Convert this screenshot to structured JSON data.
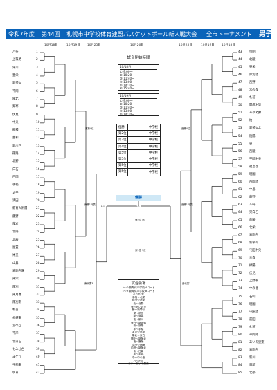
{
  "header": {
    "year": "令和7年度",
    "edition": "第44回",
    "title": "札幌市中学校体育連盟バスケットボール新人戦大会",
    "subtitle": "全市トーナメント",
    "category": "男子"
  },
  "dates": [
    "10月18日",
    "10月19日",
    "10月25日",
    "10月26日",
    "10月25日",
    "10月19日",
    "10月18日"
  ],
  "left_teams": [
    "八条",
    "上篠路",
    "栄川",
    "豊栄",
    "新琴似",
    "平岡",
    "陵北",
    "発寒",
    "伏見",
    "中央",
    "稲積",
    "豊和",
    "新川西",
    "篠路",
    "北野",
    "白石",
    "西岡",
    "手稲",
    "太平",
    "清田",
    "教育大附属",
    "藤野",
    "藻岩",
    "北陽",
    "北辰",
    "星置",
    "米里",
    "山鼻",
    "真駒内曙",
    "東栄",
    "厚別",
    "東月寒",
    "厚別南",
    "札苗",
    "札幌東",
    "宮の丘",
    "平岸",
    "北白石",
    "もみじ台",
    "羊ケ丘",
    "手稲東",
    "明日"
  ],
  "left_nums": [
    "1",
    "2",
    "3",
    "4",
    "5",
    "6",
    "7",
    "8",
    "9",
    "10",
    "11",
    "12",
    "13",
    "14",
    "15",
    "16",
    "17",
    "18",
    "19",
    "20",
    "21",
    "22",
    "23",
    "24",
    "25",
    "26",
    "27",
    "28",
    "29",
    "30",
    "31",
    "32",
    "33",
    "34",
    "35",
    "36",
    "37",
    "38",
    "39",
    "40",
    "41",
    "42"
  ],
  "right_teams": [
    "啓明",
    "北陵",
    "東栄",
    "厚別北",
    "西野",
    "宮の森",
    "札苗",
    "開成中等",
    "あやめ野",
    "柏",
    "新琴似北",
    "陵陽",
    "東",
    "西陵",
    "平岡中央",
    "福島西",
    "明園",
    "西岡北",
    "中島",
    "藤野",
    "八軒",
    "東白石",
    "向陵",
    "北栄",
    "真駒内",
    "新琴似",
    "屯田中央",
    "幸白",
    "緑陽",
    "伏見",
    "上野幌",
    "中の島",
    "石山",
    "明園",
    "屯田北",
    "前田",
    "札苗",
    "平岡緑",
    "あいの里東",
    "真駒内",
    "新川",
    "日新",
    "北都"
  ],
  "right_nums": [
    "43",
    "44",
    "45",
    "46",
    "47",
    "48",
    "49",
    "50",
    "51",
    "52",
    "53",
    "54",
    "55",
    "56",
    "57",
    "58",
    "59",
    "60",
    "61",
    "62",
    "63",
    "64",
    "65",
    "66",
    "67",
    "68",
    "69",
    "70",
    "71",
    "72",
    "73",
    "74",
    "75",
    "76",
    "77",
    "78",
    "79",
    "80",
    "81",
    "82",
    "83",
    "84",
    "85"
  ],
  "schedule": {
    "title": "試合開始時間",
    "day1_label": "10/18日",
    "day1_times": [
      "① 9:00〜",
      "② 10:20〜",
      "③ 11:40〜",
      "④ 13:00〜",
      "⑤ 14:20〜",
      "⑥ 15:40〜"
    ],
    "day2_label": "10/19日",
    "day2_times": [
      "① 9:00〜",
      "② 10:20〜",
      "③ 11:40〜",
      "④ 13:00〜",
      "⑤ 14:20〜"
    ]
  },
  "ranking": [
    {
      "place": "優勝",
      "school": "中学校"
    },
    {
      "place": "第2位",
      "school": "中学校"
    },
    {
      "place": "第3位",
      "school": "中学校"
    },
    {
      "place": "第4位",
      "school": "中学校"
    },
    {
      "place": "第5位",
      "school": "中学校"
    },
    {
      "place": "第5位",
      "school": "中学校"
    },
    {
      "place": "第5位",
      "school": "中学校"
    },
    {
      "place": "第5位",
      "school": "中学校"
    }
  ],
  "final_label": "優勝",
  "venue": {
    "title": "試合会場",
    "lines": [
      "A〜D 新琴似中学校 Aコート",
      "E〜H 新琴似中学校 Bコート",
      "八〜九 条",
      "手稲〜北栄",
      "前田〜北栄",
      "北〜北野",
      "東〜あいの里",
      "藤〜新琴似",
      "栄〜前田",
      "新〜発寒",
      "屯〜新川",
      "東白〜新琴似",
      "新〜新陽",
      "手〜手稲",
      "あい〜日新",
      "厚北〜東白",
      "陽北〜新陵北",
      "西〜藤陵",
      "屯田〜西陵",
      "前田〜新陵北",
      "あ〜日新",
      "手〜手北",
      "中〜中の島",
      "石〜石山",
      "あい〜あいの里東"
    ]
  },
  "mid_labels": {
    "left_semi": "東第4位",
    "right_semi": "西第4位",
    "left_final": "東第1代表",
    "right_final": "西第1代表",
    "center_a": "A①",
    "center_b": "B①",
    "semi_top_left": "東代表\n5位",
    "semi_top_right": "西代表\n5位",
    "mid_5a": "東5位\n5位",
    "mid_7a": "東5位\n7位",
    "lower_left": "東代表3",
    "lower_right": "西代表3",
    "bottom_left_mid": "東代表②"
  }
}
